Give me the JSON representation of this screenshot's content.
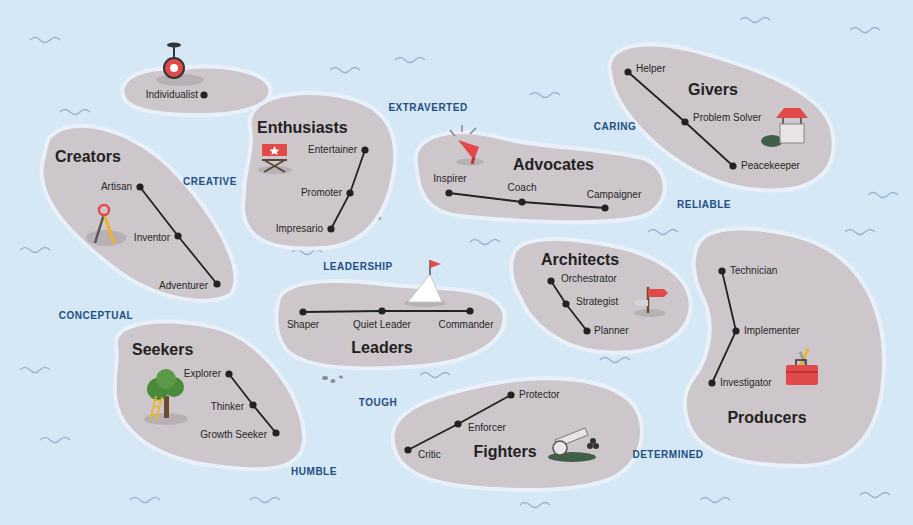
{
  "diagram": {
    "nodes": [
      {
        "text": [
          "Individualist"
        ]
      },
      {
        "text": [
          "Creators",
          "Artisan",
          "Inventor",
          "Adventurer"
        ]
      },
      {
        "text": [
          "Enthusiasts",
          "Entertainer",
          "Promoter",
          "Impresario"
        ]
      },
      {
        "text": [
          "Advocates",
          "Inspirer",
          "Coach",
          "Campaigner"
        ]
      },
      {
        "text": [
          "Givers",
          "Helper",
          "Problem Solver",
          "Peacekeeper"
        ]
      },
      {
        "text": [
          "Seekers",
          "Explorer",
          "Thinker",
          "Growth Seeker"
        ]
      },
      {
        "text": [
          "Leaders",
          "Shaper",
          "Quiet Leader",
          "Commander"
        ]
      },
      {
        "text": [
          "Architects",
          "Orchestrator",
          "Strategist",
          "Planner"
        ]
      },
      {
        "text": [
          "Producers",
          "Technician",
          "Implementer",
          "Investigator"
        ]
      },
      {
        "text": [
          "Fighters",
          "Protector",
          "Enforcer",
          "Critic"
        ]
      }
    ],
    "labels": [
      "EXTRAVERTED",
      "CARING",
      "CREATIVE",
      "RELIABLE",
      "LEADERSHIP",
      "CONCEPTUAL",
      "TOUGH",
      "HUMBLE",
      "DETERMINED"
    ]
  }
}
